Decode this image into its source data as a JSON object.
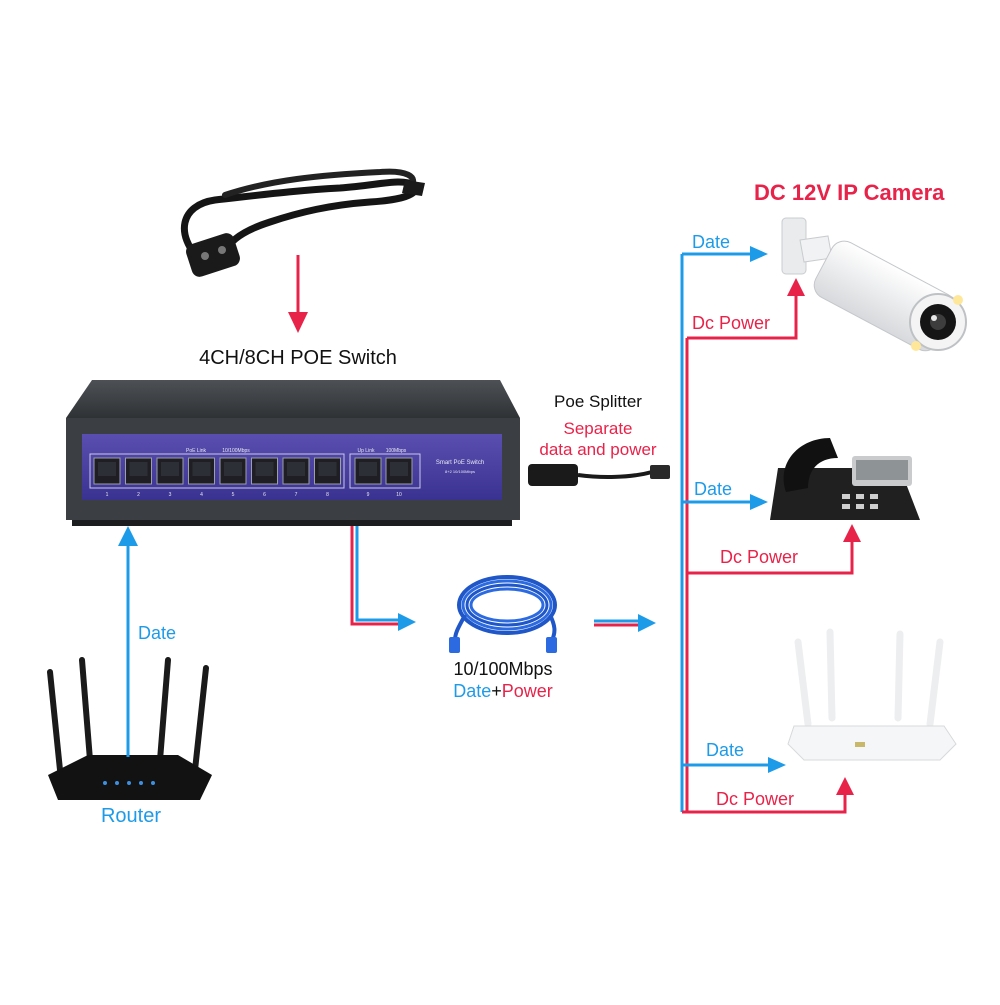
{
  "switch": {
    "title": "4CH/8CH POE Switch",
    "panel_group_poe": "PoE Link",
    "panel_group_speed": "10/100Mbps",
    "panel_group_uplink": "Up Link",
    "panel_group_uplink_speed": "100Mbps",
    "panel_brand": "Smart PoE Switch",
    "panel_brand_sub": "8+2 10/100Mbps",
    "port_numbers": [
      "1",
      "2",
      "3",
      "4",
      "5",
      "6",
      "7",
      "8",
      "9",
      "10"
    ]
  },
  "splitter": {
    "title": "Poe Splitter",
    "desc_line1": "Separate",
    "desc_line2": "data and power"
  },
  "cable": {
    "speed": "10/100Mbps",
    "label_data": "Date",
    "label_plus": "+",
    "label_power": "Power"
  },
  "camera": {
    "title": "DC 12V IP Camera",
    "data_label": "Date",
    "power_label": "Dc Power"
  },
  "phone": {
    "data_label": "Date",
    "power_label": "Dc Power"
  },
  "ap": {
    "data_label": "Date",
    "power_label": "Dc Power"
  },
  "router": {
    "label": "Router",
    "data_label": "Date"
  },
  "colors": {
    "data_blue": "#1e9be8",
    "power_red": "#e8234a"
  }
}
